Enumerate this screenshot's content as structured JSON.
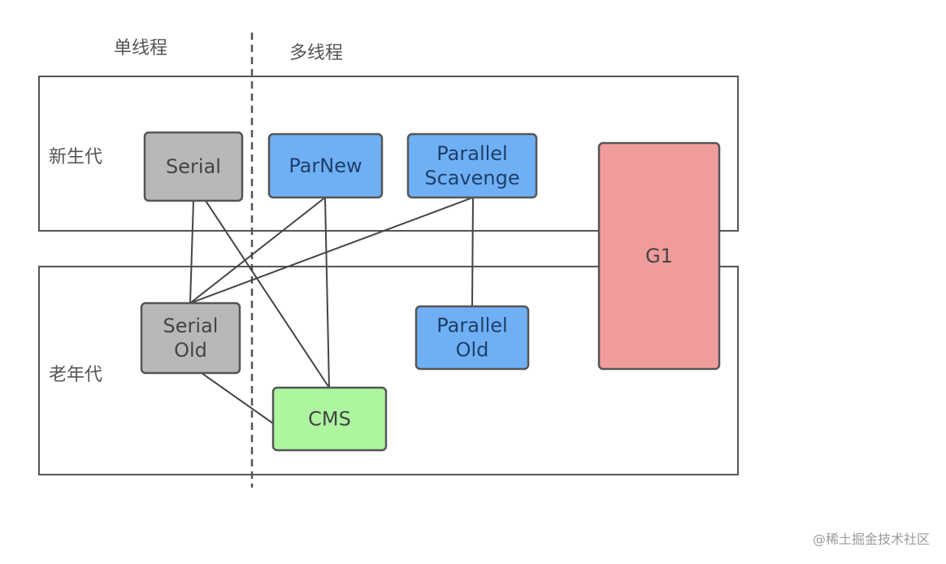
{
  "columns": {
    "single_thread": "单线程",
    "multi_thread": "多线程"
  },
  "rows": {
    "young": "新生代",
    "old": "老年代"
  },
  "colors": {
    "gray": "#b8b8b8",
    "blue": "#6fb0f5",
    "green": "#aef5a0",
    "red": "#f19c9c",
    "border": "#555555"
  },
  "collectors": {
    "serial": {
      "lines": [
        "Serial"
      ]
    },
    "parnew": {
      "lines": [
        "ParNew"
      ]
    },
    "parallel_scavenge": {
      "lines": [
        "Parallel",
        "Scavenge"
      ]
    },
    "g1": {
      "lines": [
        "G1"
      ]
    },
    "serial_old": {
      "lines": [
        "Serial",
        "Old"
      ]
    },
    "parallel_old": {
      "lines": [
        "Parallel",
        "Old"
      ]
    },
    "cms": {
      "lines": [
        "CMS"
      ]
    }
  },
  "connections": [
    [
      "serial",
      "serial_old"
    ],
    [
      "serial",
      "cms"
    ],
    [
      "parnew",
      "serial_old"
    ],
    [
      "parnew",
      "cms"
    ],
    [
      "parallel_scavenge",
      "serial_old"
    ],
    [
      "parallel_scavenge",
      "parallel_old"
    ],
    [
      "serial_old",
      "cms"
    ]
  ],
  "watermark": "@稀土掘金技术社区"
}
